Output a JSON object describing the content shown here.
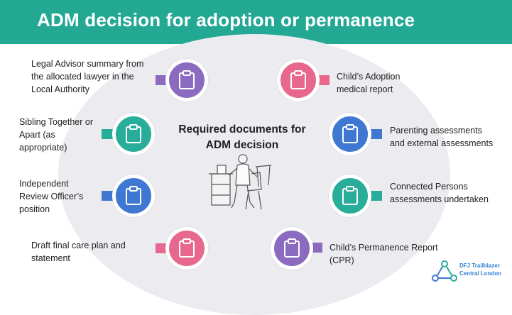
{
  "title": "ADM decision for adoption or permanence",
  "center_title": "Required documents for ADM decision",
  "colors": {
    "banner": "#23a894",
    "purple": "#8a6bbf",
    "pink": "#e7678f",
    "teal": "#27ad9a",
    "blue": "#3f78d3"
  },
  "left_items": [
    {
      "text": "Legal Advisor summary from the allocated lawyer in the Local Authority",
      "color": "purple"
    },
    {
      "text": "Sibling Together or Apart (as appropriate)",
      "color": "teal"
    },
    {
      "text": "Independent Review Officer’s position",
      "color": "blue"
    },
    {
      "text": "Draft final care plan and statement",
      "color": "pink"
    }
  ],
  "right_items": [
    {
      "text": "Child’s Adoption medical report",
      "color": "pink"
    },
    {
      "text": "Parenting assessments and external assessments",
      "color": "blue"
    },
    {
      "text": "Connected Persons assessments undertaken",
      "color": "teal"
    },
    {
      "text": "Child’s Permanence Report (CPR)",
      "color": "purple"
    }
  ],
  "logo": {
    "line1": "DFJ Trailblazer",
    "line2": "Central London"
  }
}
